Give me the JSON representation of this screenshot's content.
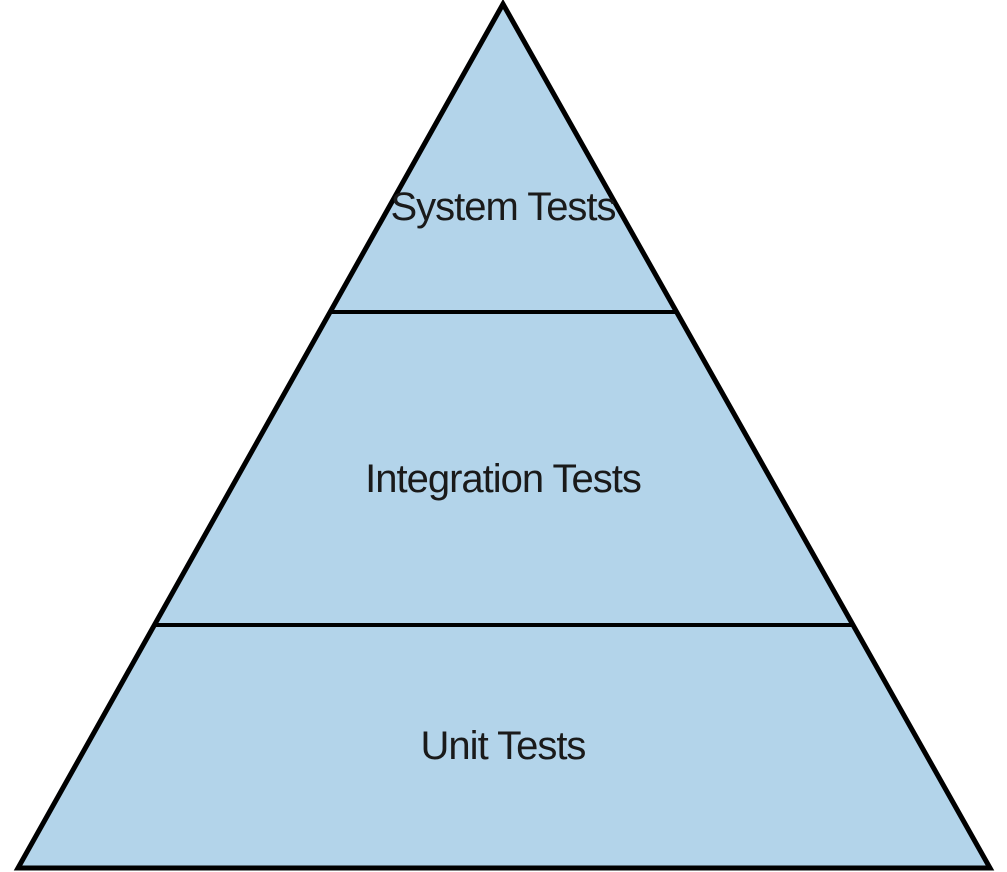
{
  "diagram": {
    "levels": [
      {
        "label": "System Tests"
      },
      {
        "label": "Integration Tests"
      },
      {
        "label": "Unit Tests"
      }
    ],
    "colors": {
      "fill": "#b3d4ea",
      "stroke": "#000000",
      "background": "#ffffff",
      "text": "#1a1a1a"
    }
  }
}
